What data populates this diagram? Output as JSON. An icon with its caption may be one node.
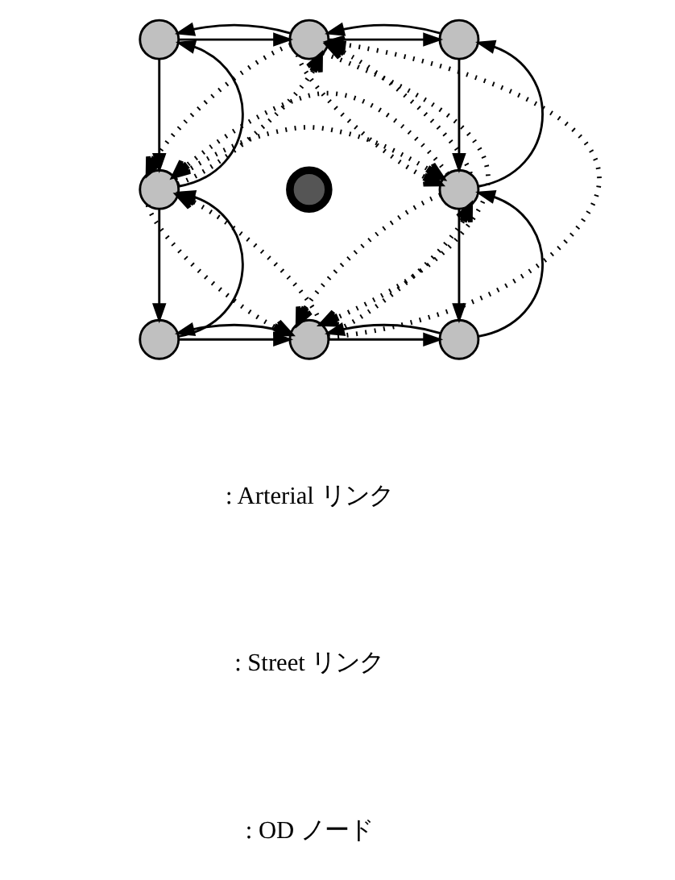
{
  "diagram": {
    "nodes": [
      {
        "text": [],
        "shape": "circle"
      },
      {
        "text": [],
        "shape": "circle"
      },
      {
        "text": [],
        "shape": "circle"
      },
      {
        "text": [],
        "shape": "circle"
      },
      {
        "text": [],
        "shape": "circle"
      },
      {
        "text": [],
        "shape": "circle"
      },
      {
        "text": [],
        "shape": "circle"
      },
      {
        "text": [],
        "shape": "circle"
      },
      {
        "text": [],
        "shape": "circle"
      }
    ],
    "edges": [
      {
        "from": 0,
        "to": 1,
        "arrow": "to"
      },
      {
        "from": 1,
        "to": 0,
        "arrow": "to"
      },
      {
        "from": 1,
        "to": 2,
        "arrow": "to"
      },
      {
        "from": 2,
        "to": 1,
        "arrow": "to"
      },
      {
        "from": 0,
        "to": 3,
        "arrow": "to"
      },
      {
        "from": 3,
        "to": 0,
        "arrow": "to"
      },
      {
        "from": 2,
        "to": 5,
        "arrow": "to"
      },
      {
        "from": 5,
        "to": 2,
        "arrow": "to"
      },
      {
        "from": 3,
        "to": 6,
        "arrow": "to"
      },
      {
        "from": 6,
        "to": 3,
        "arrow": "to"
      },
      {
        "from": 5,
        "to": 8,
        "arrow": "to"
      },
      {
        "from": 8,
        "to": 5,
        "arrow": "to"
      },
      {
        "from": 6,
        "to": 7,
        "arrow": "to"
      },
      {
        "from": 7,
        "to": 6,
        "arrow": "to"
      },
      {
        "from": 7,
        "to": 8,
        "arrow": "to"
      },
      {
        "from": 8,
        "to": 7,
        "arrow": "to"
      },
      {
        "from": 7,
        "to": 1,
        "arrow": "to",
        "style": "dashed"
      },
      {
        "from": 1,
        "to": 7,
        "arrow": "to",
        "style": "dashed"
      },
      {
        "from": 3,
        "to": 5,
        "arrow": "to",
        "style": "dashed"
      },
      {
        "from": 5,
        "to": 3,
        "arrow": "to",
        "style": "dashed"
      },
      {
        "from": 3,
        "to": 1,
        "arrow": "to",
        "style": "dashed"
      },
      {
        "from": 1,
        "to": 3,
        "arrow": "to",
        "style": "dashed"
      },
      {
        "from": 5,
        "to": 1,
        "arrow": "to",
        "style": "dashed"
      },
      {
        "from": 1,
        "to": 5,
        "arrow": "to",
        "style": "dashed"
      },
      {
        "from": 3,
        "to": 7,
        "arrow": "to",
        "style": "dashed"
      },
      {
        "from": 7,
        "to": 3,
        "arrow": "to",
        "style": "dashed"
      },
      {
        "from": 5,
        "to": 7,
        "arrow": "to",
        "style": "dashed"
      },
      {
        "from": 7,
        "to": 5,
        "arrow": "to",
        "style": "dashed"
      }
    ],
    "legend": [
      {
        "text": ": Arterial リンク"
      },
      {
        "text": ": Street リンク"
      },
      {
        "text": ": OD ノード"
      }
    ]
  }
}
